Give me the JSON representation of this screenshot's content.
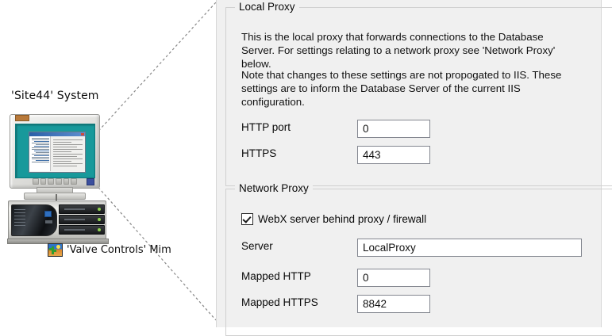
{
  "diagram": {
    "system_label": "'Site44' System",
    "mimic_label": "'Valve Controls' Mim",
    "mimic_icon": "picture-mimic-icon",
    "screen_color": "#18999b"
  },
  "panel": {
    "local_proxy": {
      "title": "Local Proxy",
      "paragraph1": "This is the local proxy that forwards connections to the Database Server. For settings relating to a network proxy see 'Network Proxy' below.",
      "paragraph2": "Note that changes to these settings are not propogated to IIS. These settings are to inform the Database Server of the current IIS configuration.",
      "fields": [
        {
          "label": "HTTP port",
          "value": "0"
        },
        {
          "label": "HTTPS",
          "value": "443"
        }
      ]
    },
    "network_proxy": {
      "title": "Network Proxy",
      "checkbox": {
        "label": "WebX server behind proxy / firewall",
        "checked": true
      },
      "fields": [
        {
          "label": "Server",
          "value": "LocalProxy"
        },
        {
          "label": "Mapped HTTP",
          "value": "0"
        },
        {
          "label": "Mapped HTTPS",
          "value": "8842"
        }
      ]
    }
  },
  "colors": {
    "dialog_background": "#f0f0f0",
    "groupbox_border": "#d0d0d0",
    "input_border": "#848790",
    "screen_teal": "#18999b"
  }
}
